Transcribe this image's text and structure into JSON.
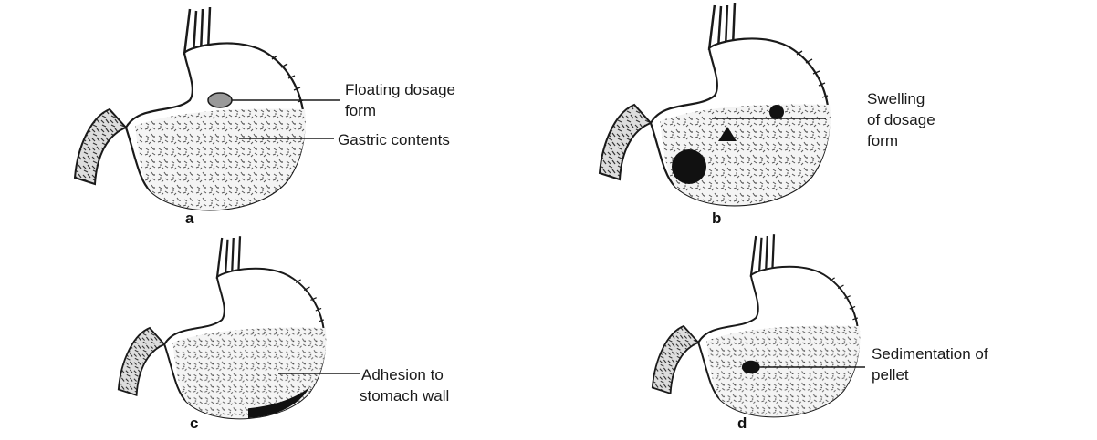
{
  "panels": [
    {
      "letter": "a",
      "labels": [
        "Floating dosage",
        "form",
        "Gastric contents"
      ]
    },
    {
      "letter": "b",
      "labels": [
        "Swelling",
        "of dosage",
        "form"
      ]
    },
    {
      "letter": "c",
      "labels": [
        "Adhesion to",
        "stomach wall"
      ]
    },
    {
      "letter": "d",
      "labels": [
        "Sedimentation of",
        "pellet"
      ]
    }
  ],
  "colors": {
    "ink": "#1a1a1a",
    "stomach_fill": "#ffffff",
    "texture": "#6e6e6e"
  }
}
